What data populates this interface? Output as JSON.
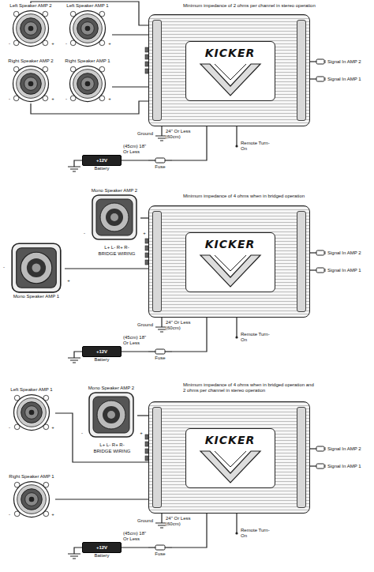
{
  "diagram": {
    "nodes": [
      {
        "text": [
          "Left Speaker AMP 2"
        ]
      },
      {
        "text": [
          "Left Speaker AMP 1"
        ]
      },
      {
        "text": [
          "Right Speaker AMP 2"
        ]
      },
      {
        "text": [
          "Right Speaker AMP 1"
        ]
      },
      {
        "text": [
          "KICKER"
        ]
      },
      {
        "text": [
          "+12V",
          "Battery"
        ]
      },
      {
        "text": [
          "Fuse"
        ]
      },
      {
        "text": [
          "Mono Speaker AMP 2"
        ]
      },
      {
        "text": [
          "Mono Speaker AMP 1"
        ]
      },
      {
        "text": [
          "KICKER"
        ]
      },
      {
        "text": [
          "+12V",
          "Battery"
        ]
      },
      {
        "text": [
          "Fuse"
        ]
      },
      {
        "text": [
          "Left Speaker AMP 1"
        ]
      },
      {
        "text": [
          "Mono Speaker AMP 2"
        ]
      },
      {
        "text": [
          "Right Speaker AMP 1"
        ]
      },
      {
        "text": [
          "KICKER"
        ]
      },
      {
        "text": [
          "+12V",
          "Battery"
        ]
      },
      {
        "text": [
          "Fuse"
        ]
      }
    ],
    "edges": [
      {
        "from": 0,
        "to": 4,
        "arrow": "none"
      },
      {
        "from": 1,
        "to": 4,
        "arrow": "none"
      },
      {
        "from": 2,
        "to": 4,
        "arrow": "none"
      },
      {
        "from": 3,
        "to": 4,
        "arrow": "none"
      },
      {
        "from": 5,
        "to": 6,
        "arrow": "none"
      },
      {
        "from": 6,
        "to": 4,
        "arrow": "none"
      },
      {
        "from": 7,
        "to": 9,
        "arrow": "none"
      },
      {
        "from": 8,
        "to": 9,
        "arrow": "none"
      },
      {
        "from": 10,
        "to": 11,
        "arrow": "none"
      },
      {
        "from": 11,
        "to": 9,
        "arrow": "none"
      },
      {
        "from": 12,
        "to": 15,
        "arrow": "none"
      },
      {
        "from": 13,
        "to": 15,
        "arrow": "none"
      },
      {
        "from": 14,
        "to": 15,
        "arrow": "none"
      },
      {
        "from": 16,
        "to": 17,
        "arrow": "none"
      },
      {
        "from": 17,
        "to": 15,
        "arrow": "none"
      }
    ],
    "labels": [
      "Minimum impedance of 2 ohms per channel in stereo operation",
      "24\" Or Less (60cm)",
      "Ground",
      "Remote Turn-On",
      "(45cm) 18\" Or Less",
      "Signal In AMP 2",
      "Signal In AMP 1",
      "-",
      "+",
      "-",
      "+",
      "-",
      "+",
      "-",
      "+",
      "Minimum impedance of 4 ohms when in bridged operation",
      "L+ L- R+ R-",
      "BRIDGE WIRING",
      "24\" Or Less (60cm)",
      "Ground",
      "Remote Turn-On",
      "(45cm) 18\" Or Less",
      "Signal In AMP 2",
      "Signal In AMP 1",
      "-",
      "+",
      "-",
      "+",
      "Minimum impedance of 4 ohms when in bridged operation and 2 ohms per channel in stereo operation",
      "L+ L- R+ R-",
      "BRIDGE WIRING",
      "24\" Or Less (60cm)",
      "Ground",
      "Remote Turn-On",
      "(45cm) 18\" Or Less",
      "Signal In AMP 2",
      "Signal In AMP 1",
      "-",
      "+",
      "-",
      "+",
      "-",
      "+"
    ]
  }
}
